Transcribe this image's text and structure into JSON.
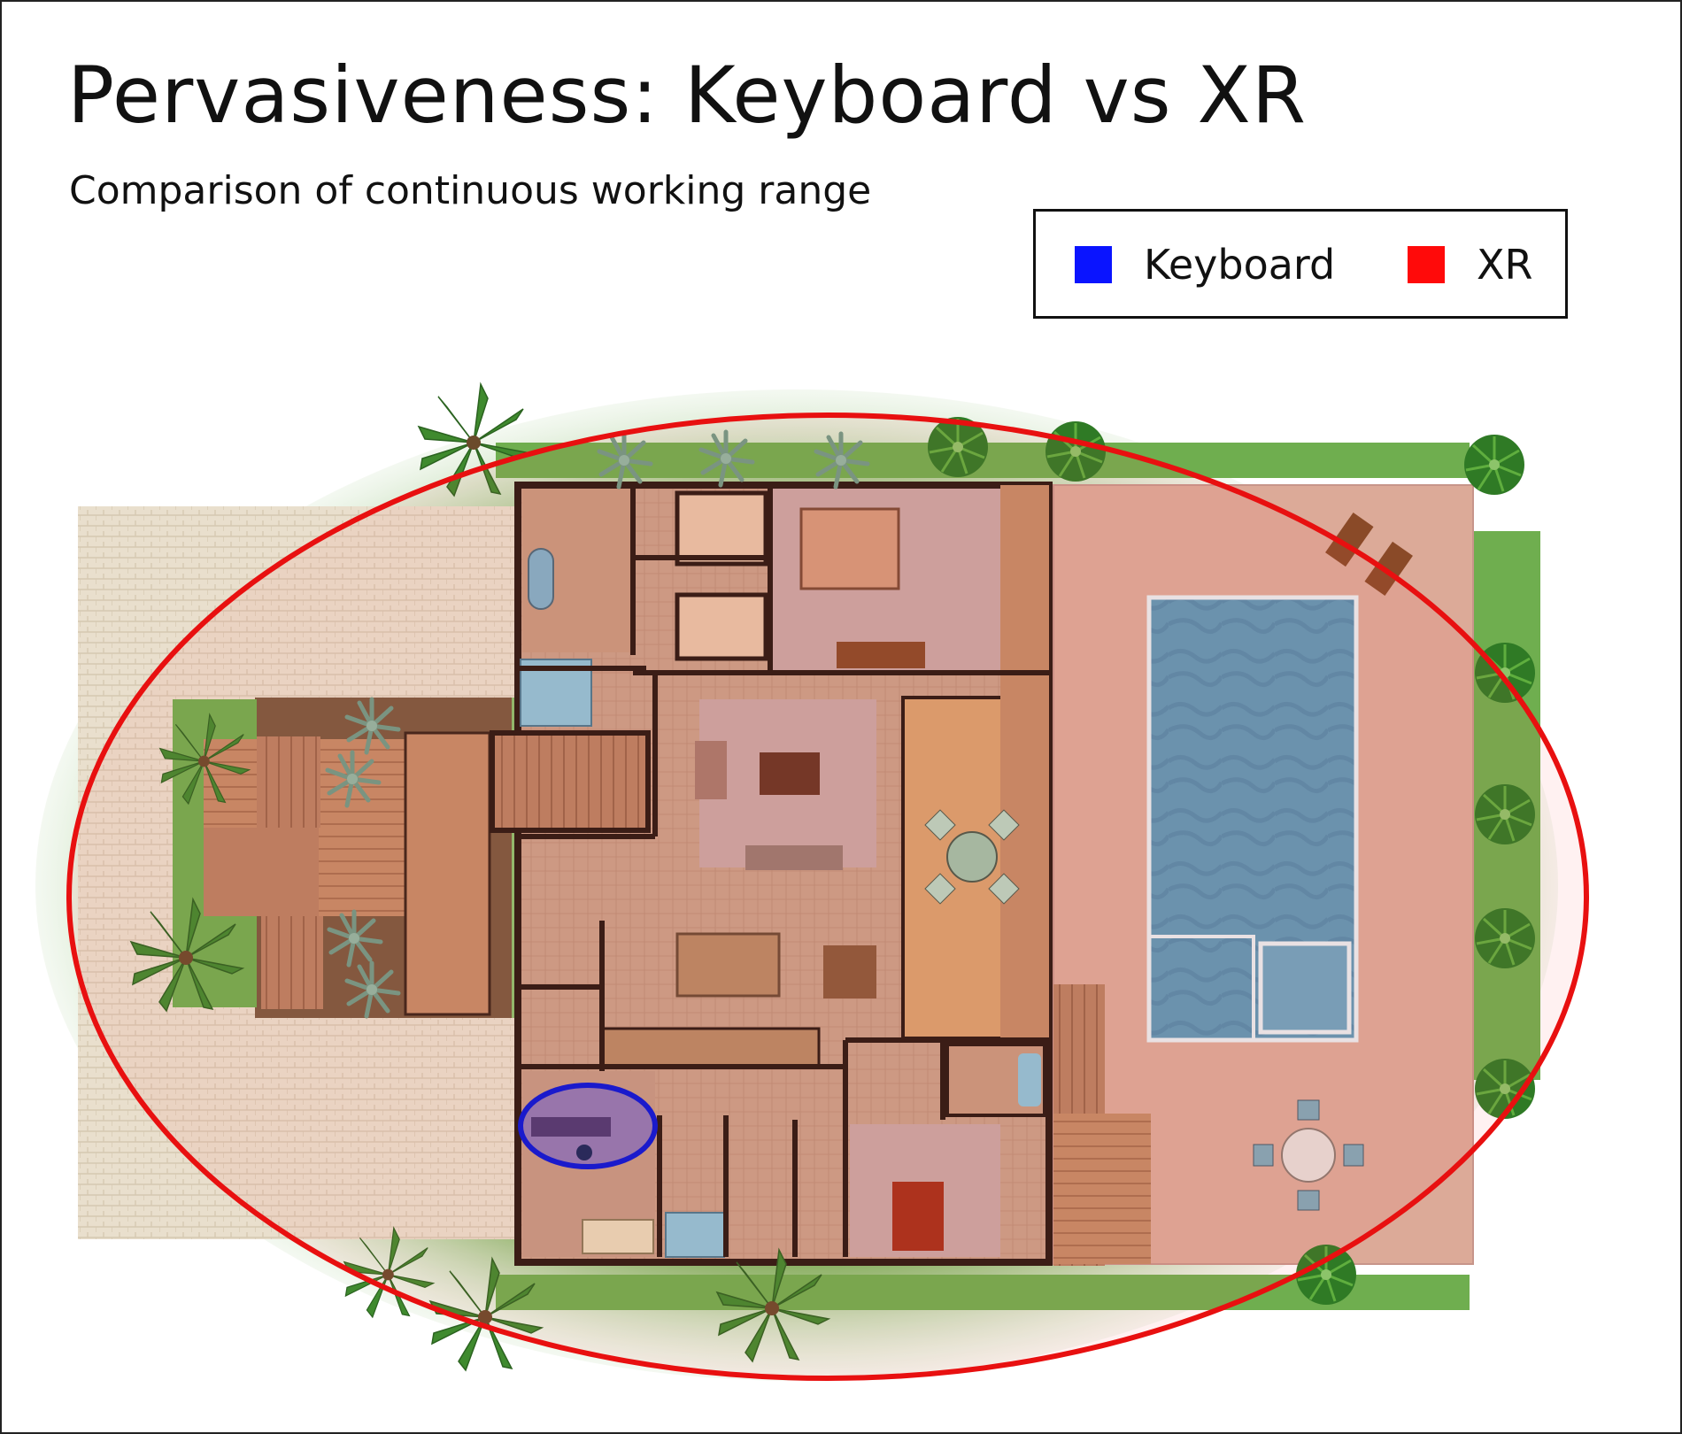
{
  "title": "Pervasiveness: Keyboard vs XR",
  "subtitle": "Comparison of continuous working range",
  "legend": {
    "items": [
      {
        "label": "Keyboard",
        "color": "#0a14ff"
      },
      {
        "label": "XR",
        "color": "#ff0a0a"
      }
    ]
  },
  "colors": {
    "keyboard_range": "#1a1acc",
    "xr_range": "#e81010",
    "pool_water": "#5f98b6",
    "deck": "#dcaa98",
    "floor": "#c9a088",
    "foliage": "#3c7d2c"
  },
  "icons": [
    "palm-tree-icon",
    "patio-table-icon",
    "sun-lounger-icon",
    "bed-icon",
    "sofa-icon",
    "bathtub-icon"
  ]
}
